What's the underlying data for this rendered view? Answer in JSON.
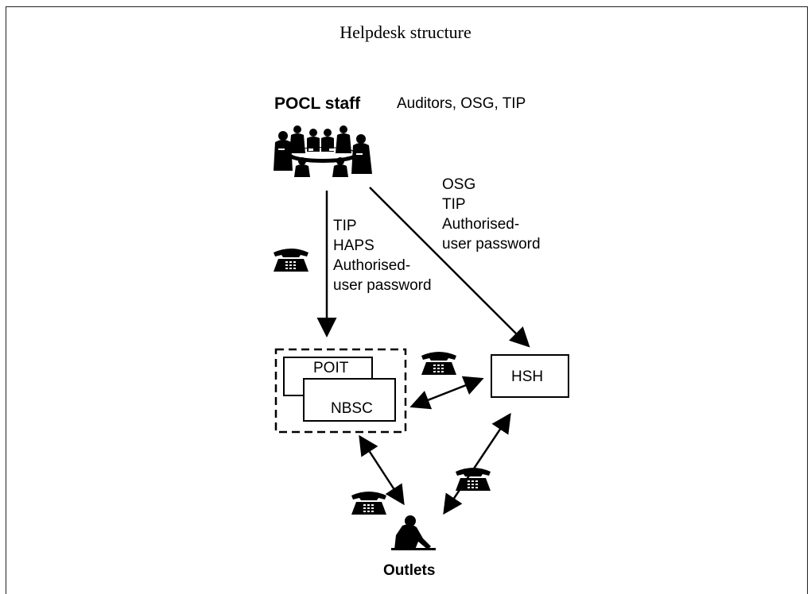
{
  "title": "Helpdesk structure",
  "pocl": {
    "label": "POCL staff",
    "groups": "Auditors, OSG, TIP"
  },
  "to_poit_label": [
    "TIP",
    "HAPS",
    "Authorised-",
    "user password"
  ],
  "to_hsh_label": [
    "OSG",
    "TIP",
    "Authorised-",
    "user password"
  ],
  "boxes": {
    "poit": "POIT",
    "nbsc": "NBSC",
    "hsh": "HSH"
  },
  "outlets": {
    "label": "Outlets"
  },
  "icons": {
    "staff": "meeting-people-icon",
    "phone": "telephone-icon",
    "worker": "outlet-worker-icon"
  }
}
